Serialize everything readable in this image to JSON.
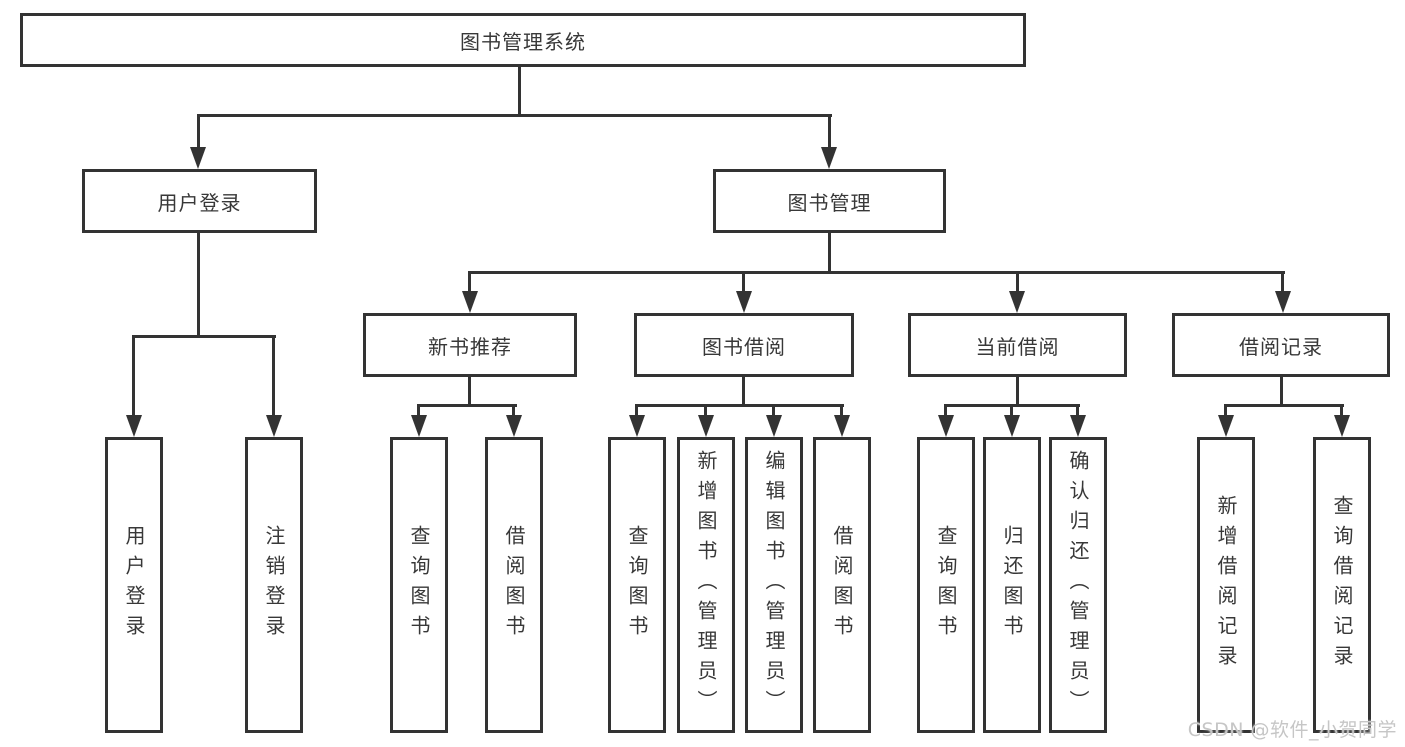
{
  "diagram": {
    "root": {
      "label": "图书管理系统"
    },
    "branches": [
      {
        "label": "用户登录",
        "children": [
          {
            "label": "用户登录"
          },
          {
            "label": "注销登录"
          }
        ]
      },
      {
        "label": "图书管理",
        "children": [
          {
            "label": "新书推荐",
            "children": [
              {
                "label": "查询图书"
              },
              {
                "label": "借阅图书"
              }
            ]
          },
          {
            "label": "图书借阅",
            "children": [
              {
                "label": "查询图书"
              },
              {
                "label": "新增图书（管理员）"
              },
              {
                "label": "编辑图书（管理员）"
              },
              {
                "label": "借阅图书"
              }
            ]
          },
          {
            "label": "当前借阅",
            "children": [
              {
                "label": "查询图书"
              },
              {
                "label": "归还图书"
              },
              {
                "label": "确认归还（管理员）"
              }
            ]
          },
          {
            "label": "借阅记录",
            "children": [
              {
                "label": "新增借阅记录"
              },
              {
                "label": "查询借阅记录"
              }
            ]
          }
        ]
      }
    ]
  },
  "watermark": {
    "text": "CSDN @软件_小贺同学"
  },
  "colors": {
    "line": "#333333",
    "text": "#383838",
    "watermark": "#c6c6c6",
    "background": "#ffffff"
  }
}
